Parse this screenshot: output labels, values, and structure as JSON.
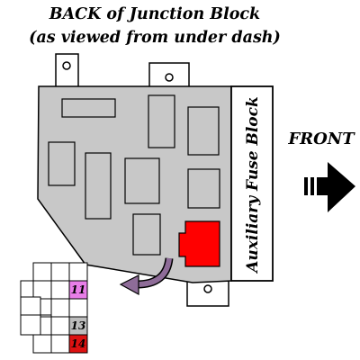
{
  "title": {
    "line1": "BACK of Junction Block",
    "line2": "(as viewed from under dash)"
  },
  "direction": {
    "label": "FRONT",
    "arrow_icon": "right-arrow-icon"
  },
  "aux_fuse_block": {
    "label": "Auxiliary Fuse Block"
  },
  "fuse_grid": {
    "highlights": [
      {
        "label": "11",
        "color": "#e87ee8"
      },
      {
        "label": "13",
        "color": "#bdbdbd"
      },
      {
        "label": "14",
        "color": "#dd1111"
      }
    ]
  },
  "colors": {
    "block_fill": "#c8c8c8",
    "highlight_red": "#ff0000",
    "curved_arrow": "#8e6c98",
    "outline": "#000000"
  }
}
